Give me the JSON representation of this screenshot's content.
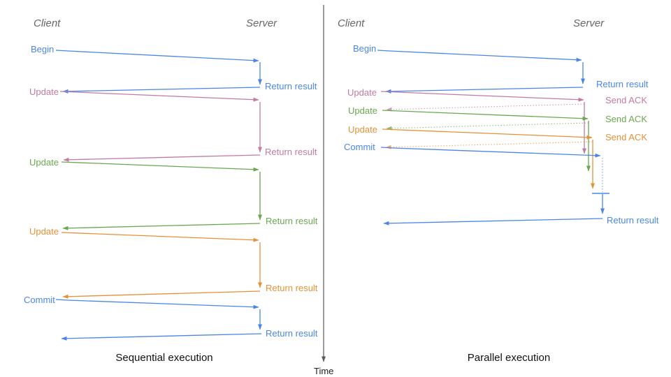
{
  "colors": {
    "blue": "#4a86e8",
    "pink": "#c27ba0",
    "green": "#6aa84f",
    "orange": "#e69138",
    "axis_gray": "#595959"
  },
  "diagram": {
    "time_axis_label": "Time"
  },
  "left_panel": {
    "client_header": "Client",
    "server_header": "Server",
    "caption": "Sequential execution",
    "messages": {
      "begin": "Begin",
      "begin_return": "Return result",
      "update1": "Update",
      "update1_return": "Return result",
      "update2": "Update",
      "update2_return": "Return result",
      "update3": "Update",
      "update3_return": "Return result",
      "commit": "Commit",
      "commit_return": "Return result"
    }
  },
  "right_panel": {
    "client_header": "Client",
    "server_header": "Server",
    "caption": "Parallel execution",
    "messages": {
      "begin": "Begin",
      "begin_return": "Return result",
      "update1": "Update",
      "update1_ack": "Send ACK",
      "update2": "Update",
      "update2_ack": "Send ACK",
      "update3": "Update",
      "update3_ack": "Send ACK",
      "commit": "Commit",
      "commit_return": "Return result"
    }
  }
}
